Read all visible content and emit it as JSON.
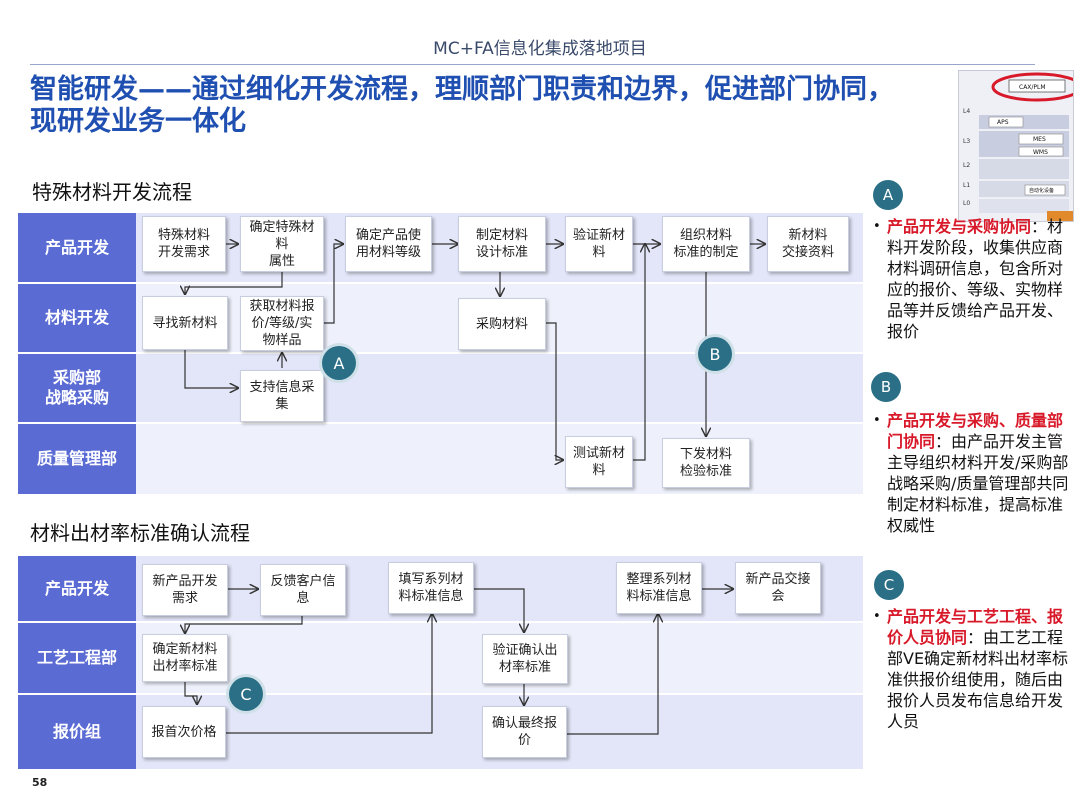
{
  "header": {
    "title": "MC+FA信息化集成落地项目"
  },
  "main_title": {
    "line1": "智能研发——通过细化开发流程，理顺部门职责和边界，促进部门协同，",
    "line2": "现研发业务一体化"
  },
  "section1": {
    "title": "特殊材料开发流程",
    "lanes": [
      "产品开发",
      "材料开发",
      "采购部\n战略采购",
      "质量管理部"
    ],
    "boxes": {
      "b1": "特殊材料\n开发需求",
      "b2": "确定特殊材\n料\n属性",
      "b3": "确定产品使\n用材料等级",
      "b4": "制定材料\n设计标准",
      "b5": "验证新材\n料",
      "b6": "组织材料\n标准的制定",
      "b7": "新材料\n交接资料",
      "b8": "寻找新材料",
      "b9": "获取材料报\n价/等级/实\n物样品",
      "b10": "采购材料",
      "b11": "支持信息采\n集",
      "b12": "测试新材\n料",
      "b13": "下发材料\n检验标准"
    },
    "markers": [
      "A",
      "B"
    ]
  },
  "section2": {
    "title": "材料出材率标准确认流程",
    "lanes": [
      "产品开发",
      "工艺工程部",
      "报价组"
    ],
    "boxes": {
      "c1": "新产品开发\n需求",
      "c2": "反馈客户信\n息",
      "c3": "填写系列材\n料标准信息",
      "c4": "整理系列材\n料标准信息",
      "c5": "新产品交接\n会",
      "c6": "确定新材料\n出材率标准",
      "c7": "验证确认出\n材率标准",
      "c8": "报首次价格",
      "c9": "确认最终报\n价"
    },
    "markers": [
      "C"
    ]
  },
  "side_notes": [
    {
      "marker": "A",
      "highlight": "产品开发与采购协同",
      "text": "：材料开发阶段，收集供应商材料调研信息，包含所对应的报价、等级、实物样品等并反馈给产品开发、报价"
    },
    {
      "marker": "B",
      "highlight": "产品开发与采购、质量部门协同",
      "text": "：由产品开发主管主导组织材料开发/采购部战略采购/质量管理部共同制定材料标准，提高标准权威性"
    },
    {
      "marker": "C",
      "highlight": "产品开发与工艺工程、报价人员协同",
      "text": "：由工艺工程部VE确定新材料出材率标准供报价组使用，随后由报价人员发布信息给开发人员"
    }
  ],
  "thumbnail": {
    "levels": [
      "L4",
      "L3",
      "L2",
      "L1",
      "L0"
    ],
    "labels": [
      "CAX/PLM",
      "APS",
      "MES",
      "WMS",
      "自动化设备"
    ],
    "accent": "#d8192a"
  },
  "page_number": "58",
  "colors": {
    "lane_label": "#5b6bd4",
    "lane_band": "#e2e6f8",
    "title": "#1f4fb0",
    "highlight": "#d8192a",
    "marker": "#2a6f86"
  }
}
